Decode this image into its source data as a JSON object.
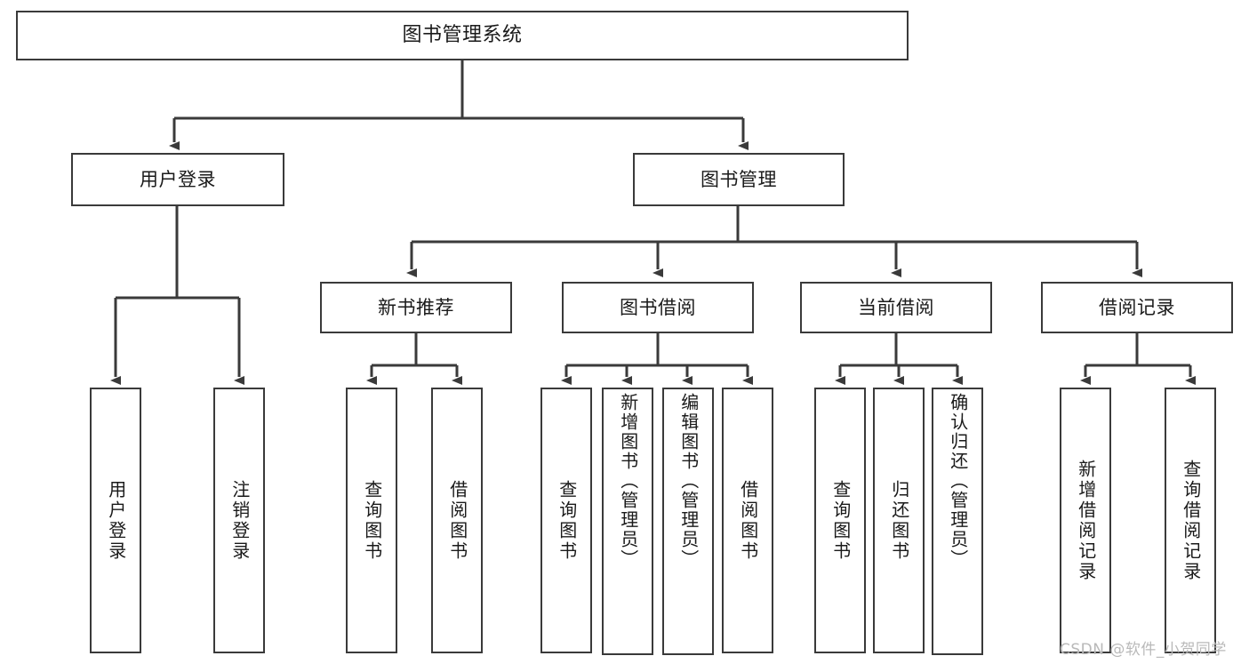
{
  "diagram": {
    "title": "图书管理系统",
    "type": "tree",
    "colors": {
      "stroke": "#3a3a3a",
      "fill": "#ffffff",
      "text": "#1a1a1a",
      "watermark": "#b9b9b9"
    },
    "root": {
      "label": "图书管理系统"
    },
    "level2": [
      {
        "label": "用户登录"
      },
      {
        "label": "图书管理"
      }
    ],
    "level3": [
      {
        "label": "新书推荐"
      },
      {
        "label": "图书借阅"
      },
      {
        "label": "当前借阅"
      },
      {
        "label": "借阅记录"
      }
    ],
    "leaves": {
      "user_login": [
        {
          "label": "用户登录"
        },
        {
          "label": "注销登录"
        }
      ],
      "new_book_recommend": [
        {
          "label": "查询图书"
        },
        {
          "label": "借阅图书"
        }
      ],
      "book_borrow": [
        {
          "label": "查询图书"
        },
        {
          "label": "新增图书（管理员）"
        },
        {
          "label": "编辑图书（管理员）"
        },
        {
          "label": "借阅图书"
        }
      ],
      "current_borrow": [
        {
          "label": "查询图书"
        },
        {
          "label": "归还图书"
        },
        {
          "label": "确认归还（管理员）"
        }
      ],
      "borrow_record": [
        {
          "label": "新增借阅记录"
        },
        {
          "label": "查询借阅记录"
        }
      ]
    }
  },
  "watermark": {
    "text": "CSDN @软件_小贺同学"
  }
}
